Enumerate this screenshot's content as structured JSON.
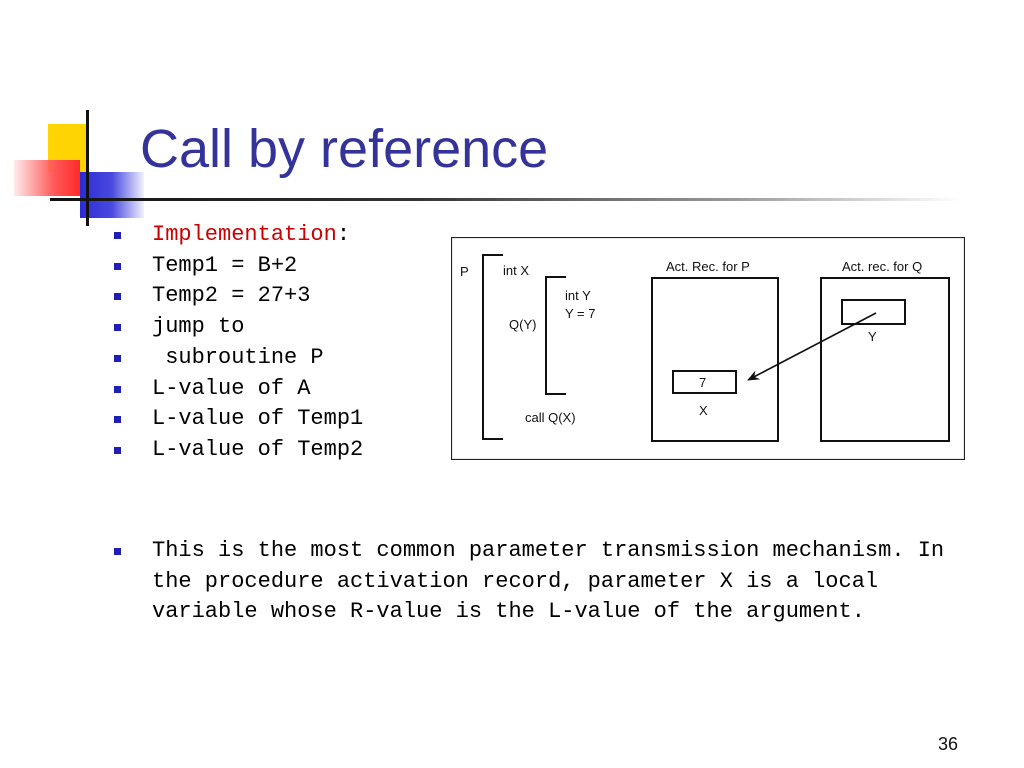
{
  "slide": {
    "title": "Call by reference",
    "page_number": "36"
  },
  "code_bullets": {
    "implementation_label": "Implementation",
    "implementation_colon": ":",
    "lines": [
      "Temp1 = B+2",
      "Temp2 = 27+3",
      "jump to",
      " subroutine P",
      "L-value of A",
      "L-value of Temp1",
      "L-value of Temp2"
    ]
  },
  "description": "This is the most common parameter transmission mechanism. In the procedure activation record, parameter X is a local variable whose R-value is the L-value of the argument.",
  "diagram": {
    "proc_p_label": "P",
    "int_x": "int X",
    "int_y": "int Y",
    "y_assign": "Y = 7",
    "q_y": "Q(Y)",
    "call_q": "call Q(X)",
    "act_rec_p": "Act. Rec. for P",
    "act_rec_q": "Act. rec. for Q",
    "x_value": "7",
    "x_label": "X",
    "y_label": "Y"
  },
  "colors": {
    "title": "#333399",
    "highlight": "#cc0000",
    "bullet": "#1f1fb8"
  }
}
